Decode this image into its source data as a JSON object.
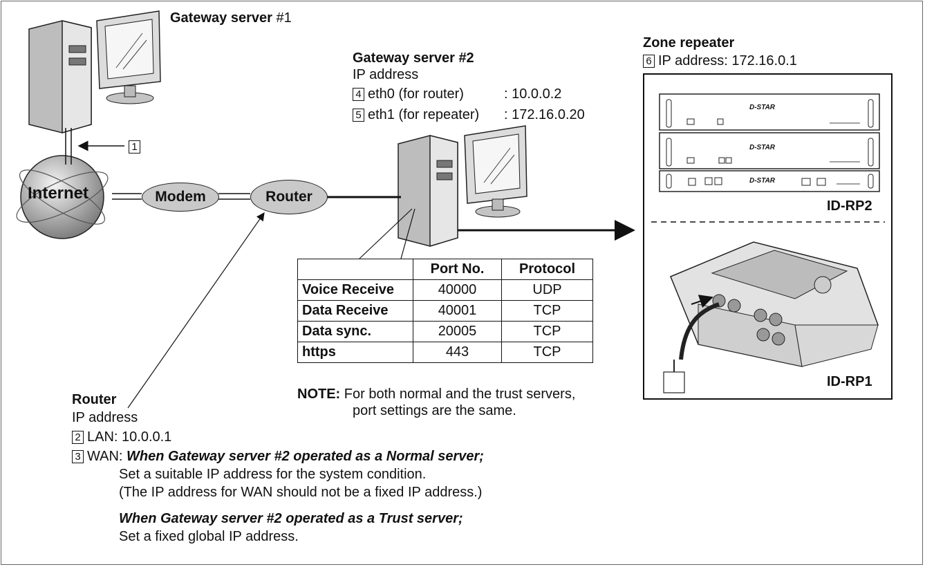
{
  "gateway1": {
    "label_bold": "Gateway server",
    "label_num": "#1"
  },
  "gateway2": {
    "title": "Gateway server #2",
    "ip_heading": "IP address",
    "eth0": {
      "num": "4",
      "label": "eth0 (for router)",
      "value": ": 10.0.0.2"
    },
    "eth1": {
      "num": "5",
      "label": "eth1 (for repeater)",
      "value": ": 172.16.0.20"
    }
  },
  "zone_repeater": {
    "title": "Zone repeater",
    "num": "6",
    "ip": "IP address: 172.16.0.1",
    "rp2": "ID-RP2",
    "rp1": "ID-RP1",
    "brand": "D-STAR"
  },
  "callout1": "1",
  "internet": "Internet",
  "modem": "Modem",
  "router_oval": "Router",
  "router_info": {
    "title": "Router",
    "ip_heading": "IP address",
    "lan": {
      "num": "2",
      "text": "LAN:  10.0.0.1"
    },
    "wan": {
      "num": "3",
      "label": "WAN:",
      "normal_heading": "When Gateway server #2 operated as a Normal server;",
      "normal_line1": "Set a suitable IP address for the system condition.",
      "normal_line2": "(The IP address for WAN should not be a fixed IP address.)",
      "trust_heading": "When Gateway server #2 operated as a Trust server;",
      "trust_line1": "Set a fixed global IP address."
    }
  },
  "ports_table": {
    "headers": [
      "",
      "Port No.",
      "Protocol"
    ],
    "rows": [
      {
        "name": "Voice Receive",
        "port": "40000",
        "protocol": "UDP"
      },
      {
        "name": "Data Receive",
        "port": "40001",
        "protocol": "TCP"
      },
      {
        "name": "Data sync.",
        "port": "20005",
        "protocol": "TCP"
      },
      {
        "name": "https",
        "port": "443",
        "protocol": "TCP"
      }
    ]
  },
  "note": {
    "label": "NOTE:",
    "line1": "For both normal and the trust servers,",
    "line2": "port settings are the same."
  }
}
